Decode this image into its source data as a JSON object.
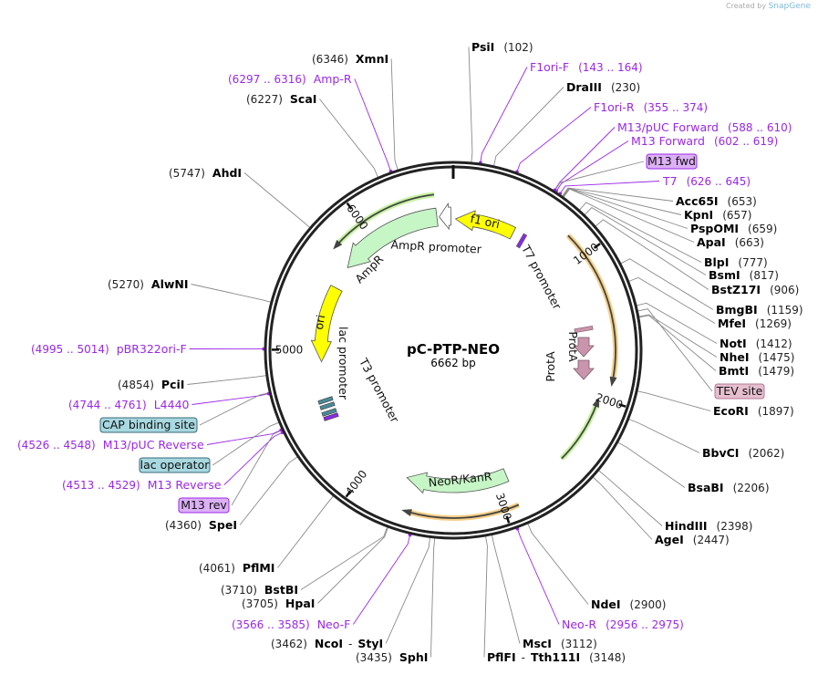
{
  "credit": {
    "prefix": "Created by",
    "brand": "SnapGene"
  },
  "plasmid": {
    "name": "pC-PTP-NEO",
    "length": "6662 bp",
    "total_bp": 6662
  },
  "ticks": [
    "1000",
    "2000",
    "3000",
    "4000",
    "5000",
    "6000"
  ],
  "enzymes": [
    {
      "name": "PsiI",
      "site": "(102)",
      "pos": 102
    },
    {
      "name": "DraIII",
      "site": "(230)",
      "pos": 230
    },
    {
      "name": "Acc65I",
      "site": "(653)",
      "pos": 653
    },
    {
      "name": "KpnI",
      "site": "(657)",
      "pos": 657
    },
    {
      "name": "PspOMI",
      "site": "(659)",
      "pos": 659
    },
    {
      "name": "ApaI",
      "site": "(663)",
      "pos": 663
    },
    {
      "name": "BlpI",
      "site": "(777)",
      "pos": 777
    },
    {
      "name": "BsmI",
      "site": "(817)",
      "pos": 817
    },
    {
      "name": "BstZ17I",
      "site": "(906)",
      "pos": 906
    },
    {
      "name": "BmgBI",
      "site": "(1159)",
      "pos": 1159
    },
    {
      "name": "MfeI",
      "site": "(1269)",
      "pos": 1269
    },
    {
      "name": "NotI",
      "site": "(1412)",
      "pos": 1412
    },
    {
      "name": "NheI",
      "site": "(1475)",
      "pos": 1475
    },
    {
      "name": "BmtI",
      "site": "(1479)",
      "pos": 1479
    },
    {
      "name": "EcoRI",
      "site": "(1897)",
      "pos": 1897
    },
    {
      "name": "BbvCI",
      "site": "(2062)",
      "pos": 2062
    },
    {
      "name": "BsaBI",
      "site": "(2206)",
      "pos": 2206
    },
    {
      "name": "HindIII",
      "site": "(2398)",
      "pos": 2398
    },
    {
      "name": "AgeI",
      "site": "(2447)",
      "pos": 2447
    },
    {
      "name": "NdeI",
      "site": "(2900)",
      "pos": 2900
    },
    {
      "name": "MscI",
      "site": "(3112)",
      "pos": 3112
    },
    {
      "name": "PflFI",
      "name2": "Tth111I",
      "sep": "-",
      "site": "(3148)",
      "pos": 3148
    },
    {
      "name": "SphI",
      "site": "(3435)",
      "pos": 3435
    },
    {
      "name": "NcoI",
      "name2": "StyI",
      "sep": "-",
      "site": "(3462)",
      "pos": 3462
    },
    {
      "name": "HpaI",
      "site": "(3705)",
      "pos": 3705
    },
    {
      "name": "BstBI",
      "site": "(3710)",
      "pos": 3710
    },
    {
      "name": "PflMI",
      "site": "(4061)",
      "pos": 4061
    },
    {
      "name": "SpeI",
      "site": "(4360)",
      "pos": 4360
    },
    {
      "name": "PciI",
      "site": "(4854)",
      "pos": 4854
    },
    {
      "name": "AlwNI",
      "site": "(5270)",
      "pos": 5270
    },
    {
      "name": "AhdI",
      "site": "(5747)",
      "pos": 5747
    },
    {
      "name": "ScaI",
      "site": "(6227)",
      "pos": 6227
    },
    {
      "name": "XmnI",
      "site": "(6346)",
      "pos": 6346
    }
  ],
  "primers": [
    {
      "name": "F1ori-F",
      "range": "(143 .. 164)",
      "pos": 153
    },
    {
      "name": "F1ori-R",
      "range": "(355 .. 374)",
      "pos": 364
    },
    {
      "name": "M13/pUC Forward",
      "range": "(588 .. 610)",
      "pos": 599
    },
    {
      "name": "M13 Forward",
      "range": "(602 .. 619)",
      "pos": 610
    },
    {
      "name": "T7",
      "range": "(626 .. 645)",
      "pos": 635
    },
    {
      "name": "Amp-R",
      "range": "(6297 .. 6316)",
      "pos": 6306
    },
    {
      "name": "pBR322ori-F",
      "range": "(4995 .. 5014)",
      "pos": 5004
    },
    {
      "name": "L4440",
      "range": "(4744 .. 4761)",
      "pos": 4752
    },
    {
      "name": "M13/pUC Reverse",
      "range": "(4526 .. 4548)",
      "pos": 4537
    },
    {
      "name": "M13 Reverse",
      "range": "(4513 .. 4529)",
      "pos": 4521
    },
    {
      "name": "Neo-F",
      "range": "(3566 .. 3585)",
      "pos": 3575
    },
    {
      "name": "Neo-R",
      "range": "(2956 .. 2975)",
      "pos": 2965
    }
  ],
  "boxed_features": [
    {
      "label": "M13 fwd",
      "color": "#dcb0f5",
      "border": "#9b27e8"
    },
    {
      "label": "TEV site",
      "color": "#e6bfcf",
      "border": "#b07890"
    },
    {
      "label": "CAP binding site",
      "color": "#a8d8e0",
      "border": "#3a6a78"
    },
    {
      "label": "lac operator",
      "color": "#a8d8e0",
      "border": "#3a6a78"
    },
    {
      "label": "M13 rev",
      "color": "#dcb0f5",
      "border": "#9b27e8"
    }
  ],
  "features": {
    "f1_ori": "f1 ori",
    "ampr_promoter": "AmpR promoter",
    "ampr": "AmpR",
    "ori": "ori",
    "neor": "NeoR/KanR",
    "t7_promoter": "T7 promoter",
    "lac_promoter": "lac promoter",
    "t3_promoter": "T3 promoter",
    "prota_1": "ProtA",
    "prota_2": "ProtA"
  },
  "colors": {
    "yellow": "#ffff00",
    "green_feature": "#c6f5c6",
    "orange": "#f5c46c",
    "green_glow": "#b8f08a",
    "primer": "#9b27e8",
    "prota": "#c994ac"
  }
}
